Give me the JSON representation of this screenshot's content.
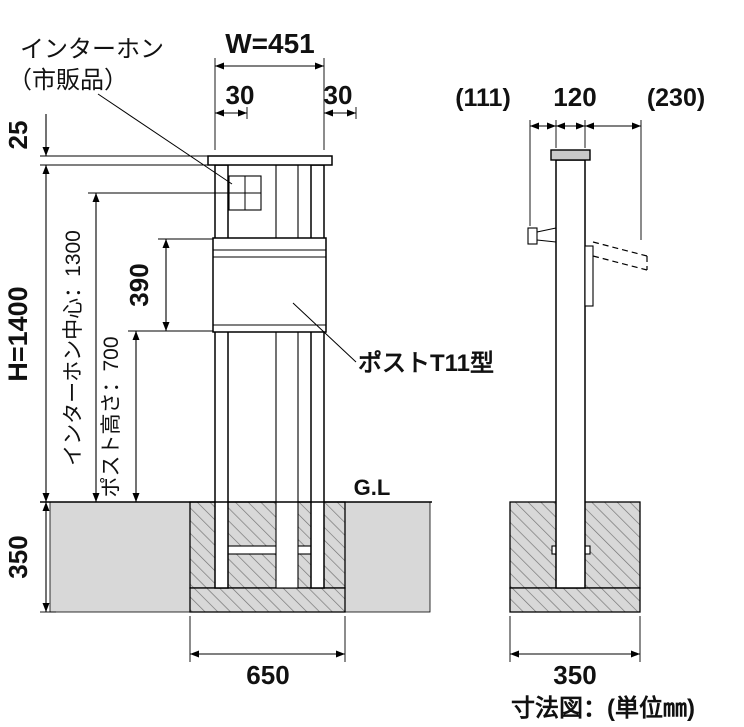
{
  "caption": "寸法図：(単位㎜)",
  "colors": {
    "soil": "#d8d8d8",
    "hatch_line": "#707070",
    "line": "#111111"
  },
  "front_view": {
    "intercom_label": {
      "line1": "インターホン",
      "line2": "（市販品）"
    },
    "dims": {
      "width": "W=451",
      "left_offset": "30",
      "right_offset": "30",
      "cap": "25",
      "height": "H=1400",
      "intercom_center": "インターホン中心：1300",
      "box_height": "390",
      "post_height": "ポスト高さ：700",
      "foundation_depth": "350",
      "foundation_width": "650"
    },
    "post_label": "ポストT11型",
    "ground_label": "G.L"
  },
  "side_view": {
    "dims": {
      "front_offset": "(111)",
      "post_depth": "120",
      "rear_offset": "(230)",
      "foundation_width": "350"
    }
  }
}
